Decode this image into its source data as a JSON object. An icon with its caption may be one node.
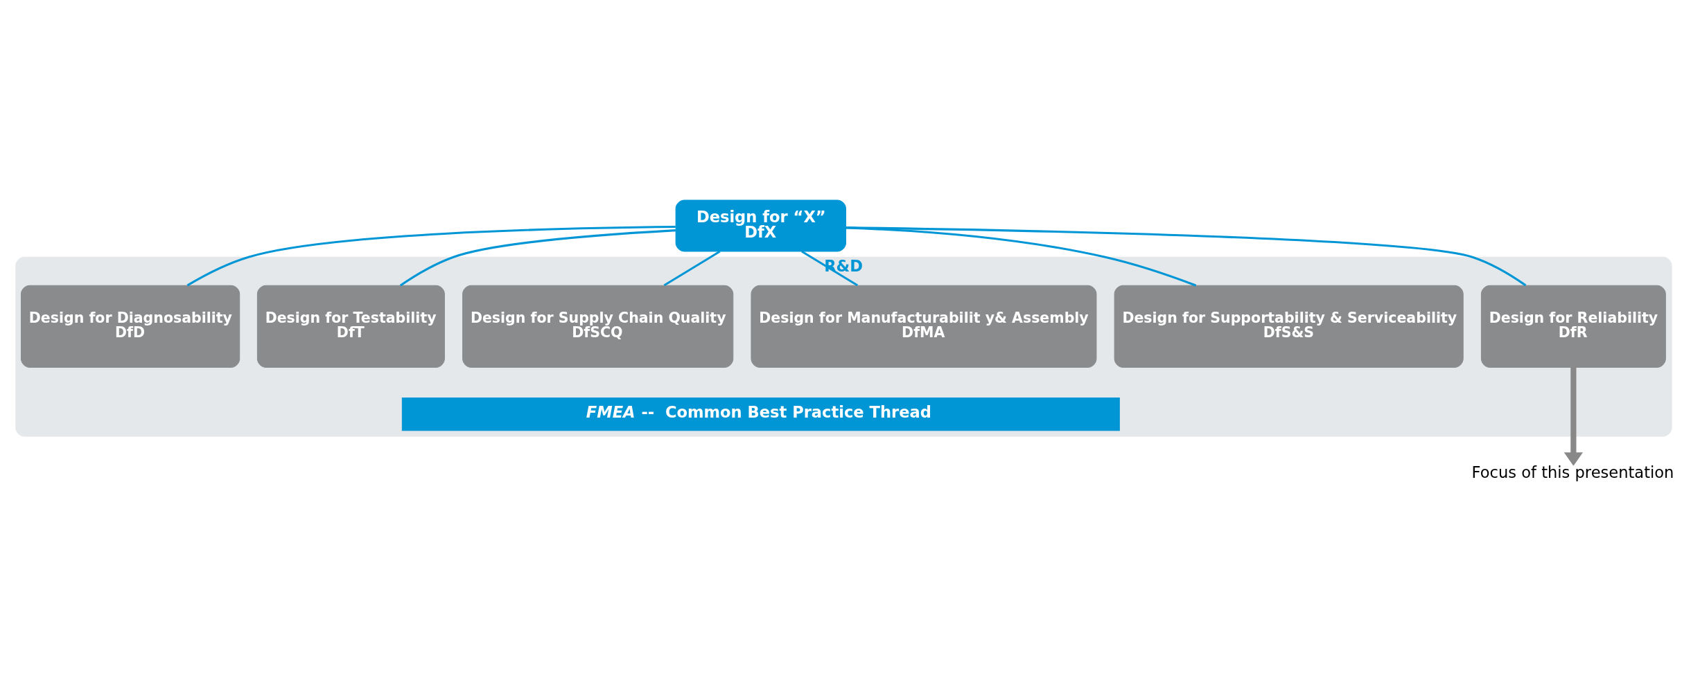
{
  "diagram": {
    "nodes": [
      {
        "text": [
          "Design for “X”",
          "DfX"
        ]
      },
      {
        "text": [
          "R&D"
        ]
      },
      {
        "text": [
          "Design for Reliability",
          "DfR"
        ],
        "in": 1
      },
      {
        "text": [
          "Design for Supportability & Serviceability",
          "DfS&S"
        ],
        "in": 1
      },
      {
        "text": [
          "Design for Manufacturabilit y& Assembly",
          "DfMA"
        ],
        "in": 1
      },
      {
        "text": [
          "Design for Supply Chain Quality",
          "DfSCQ"
        ],
        "in": 1
      },
      {
        "text": [
          "Design for Testability",
          "DfT"
        ],
        "in": 1
      },
      {
        "text": [
          "Design for Diagnosability",
          "DfD"
        ],
        "in": 1
      },
      {
        "text": [
          "*FMEA*  --  Common Best Practice Thread"
        ],
        "in": 1
      },
      {
        "text": [
          "Focus of this presentation"
        ]
      }
    ],
    "edges": [
      {
        "from": 0,
        "to": 2,
        "arrow": "none"
      },
      {
        "from": 0,
        "to": 3,
        "arrow": "none"
      },
      {
        "from": 0,
        "to": 4,
        "arrow": "none"
      },
      {
        "from": 0,
        "to": 5,
        "arrow": "none"
      },
      {
        "from": 0,
        "to": 6,
        "arrow": "none"
      },
      {
        "from": 0,
        "to": 7,
        "arrow": "none"
      },
      {
        "from": 2,
        "to": 9,
        "arrow": "to",
        "style": "thick",
        "color": "#888888"
      }
    ]
  }
}
